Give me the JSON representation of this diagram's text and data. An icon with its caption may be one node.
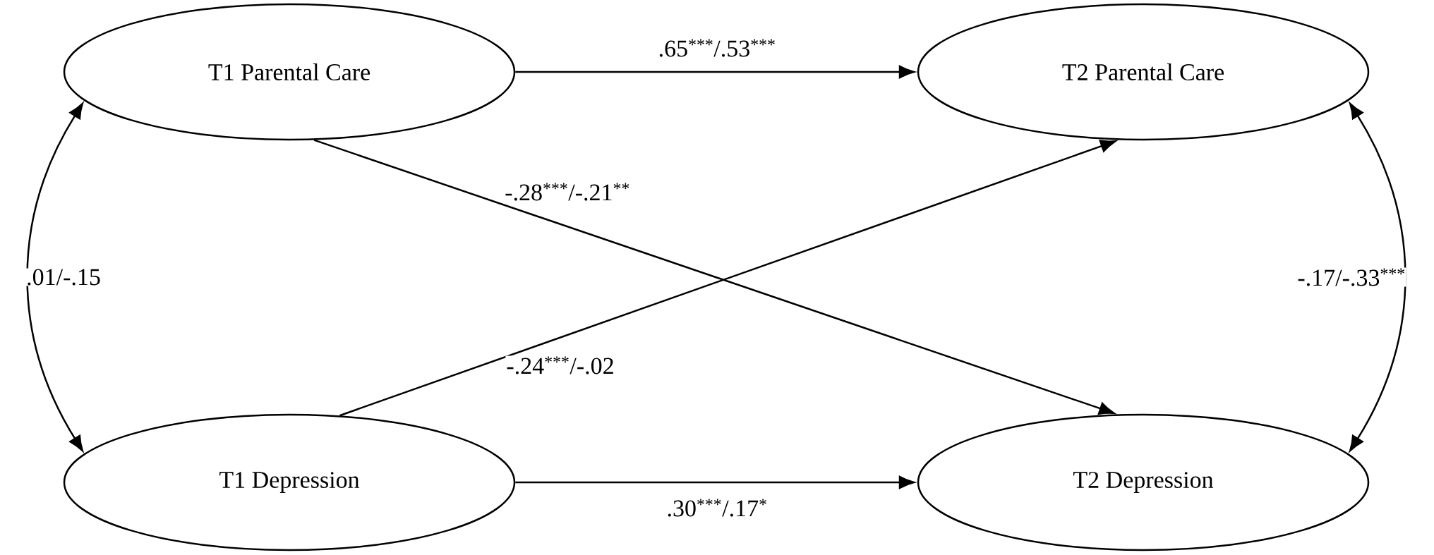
{
  "diagram": {
    "nodes": [
      {
        "text": [
          "T1 Parental Care"
        ]
      },
      {
        "text": [
          "T2 Parental Care"
        ]
      },
      {
        "text": [
          "T1 Depression"
        ]
      },
      {
        "text": [
          "T2 Depression"
        ]
      }
    ],
    "edges": [
      {
        "from": 0,
        "to": 1,
        "arrow": "to",
        "label": ".65$^{***}$/.53$^{***}$"
      },
      {
        "from": 0,
        "to": 3,
        "arrow": "to",
        "label": "-.28$^{***}$/-.21$^{**}$"
      },
      {
        "from": 2,
        "to": 1,
        "arrow": "to",
        "label": "-.24$^{***}$/-.02"
      },
      {
        "from": 2,
        "to": 3,
        "arrow": "to",
        "label": ".30$^{***}$/.17$^{*}$"
      },
      {
        "from": 0,
        "to": 2,
        "arrow": "both",
        "label": ".01/-.15"
      },
      {
        "from": 1,
        "to": 3,
        "arrow": "both",
        "label": "-.17/-.33$^{***}$"
      }
    ]
  }
}
